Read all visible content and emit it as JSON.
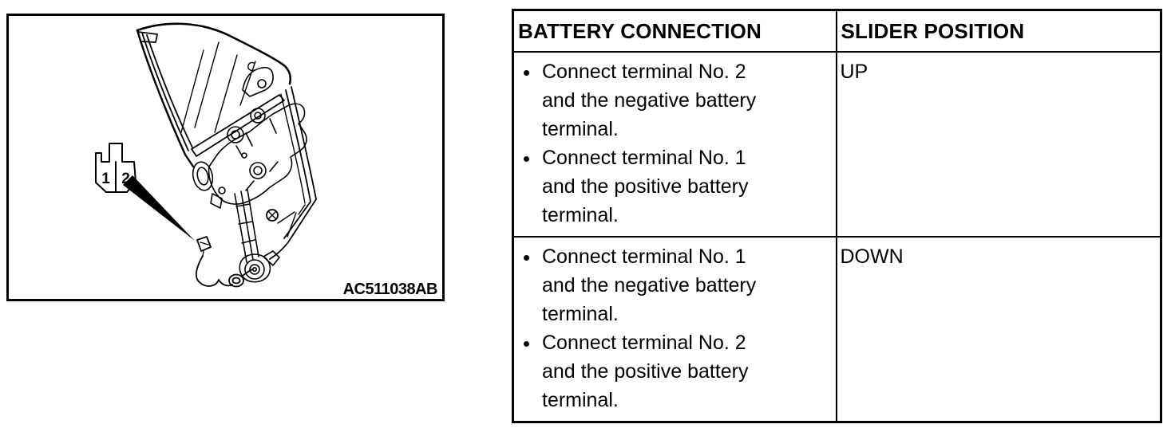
{
  "figure": {
    "code_label": "AC511038AB",
    "connector": {
      "terminals": [
        "1",
        "2"
      ]
    }
  },
  "table": {
    "headers": [
      "BATTERY CONNECTION",
      "SLIDER POSITION"
    ],
    "rows": [
      {
        "battery_connection": [
          "Connect terminal No. 2\nand the negative battery\nterminal.",
          "Connect terminal No. 1\nand the positive battery\nterminal."
        ],
        "slider_position": "UP"
      },
      {
        "battery_connection": [
          "Connect terminal No. 1\nand the negative battery\nterminal.",
          "Connect terminal No. 2\nand the positive battery\nterminal."
        ],
        "slider_position": "DOWN"
      }
    ]
  },
  "colors": {
    "ink": "#000000",
    "paper": "#ffffff"
  }
}
